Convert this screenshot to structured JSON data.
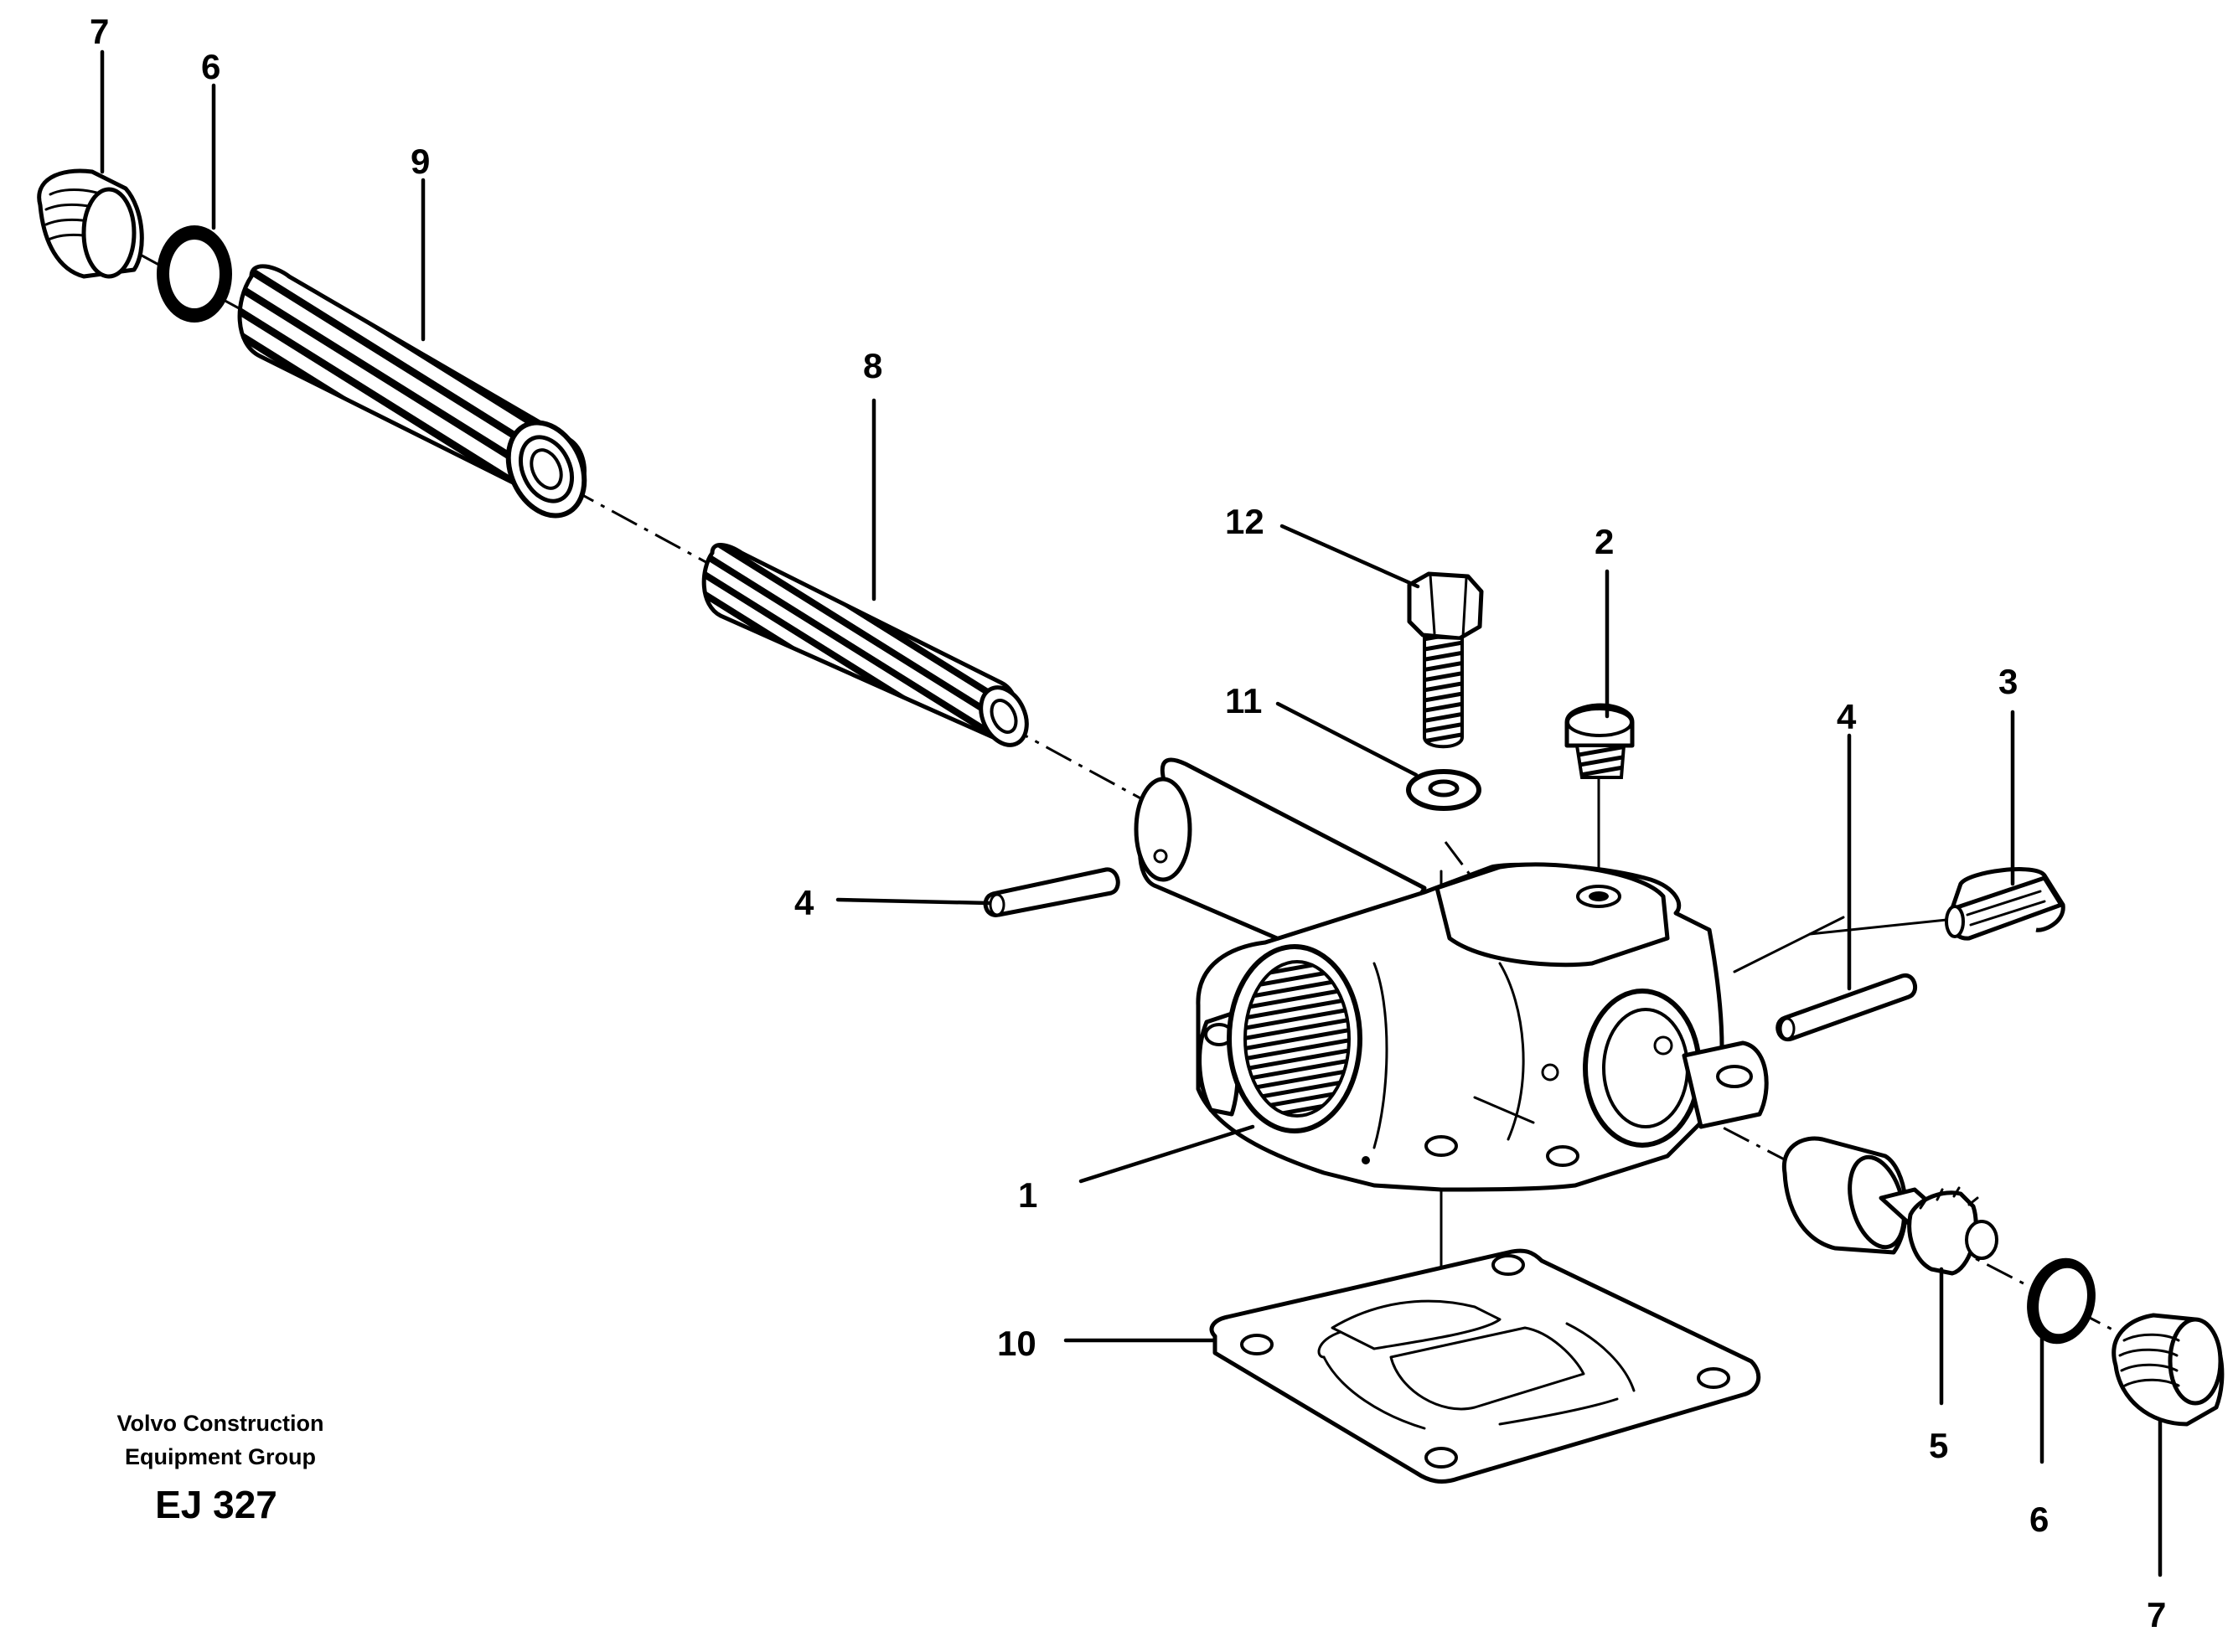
{
  "credit": {
    "line1": "Volvo Construction",
    "line2": "Equipment Group",
    "code": "EJ 327"
  },
  "callouts": {
    "c7_top": "7",
    "c6_top": "6",
    "c9": "9",
    "c8": "8",
    "c12": "12",
    "c2": "2",
    "c3": "3",
    "c4_right": "4",
    "c11": "11",
    "c4_left": "4",
    "c1": "1",
    "c10": "10",
    "c5": "5",
    "c6_bottom": "6",
    "c7_bottom": "7"
  }
}
